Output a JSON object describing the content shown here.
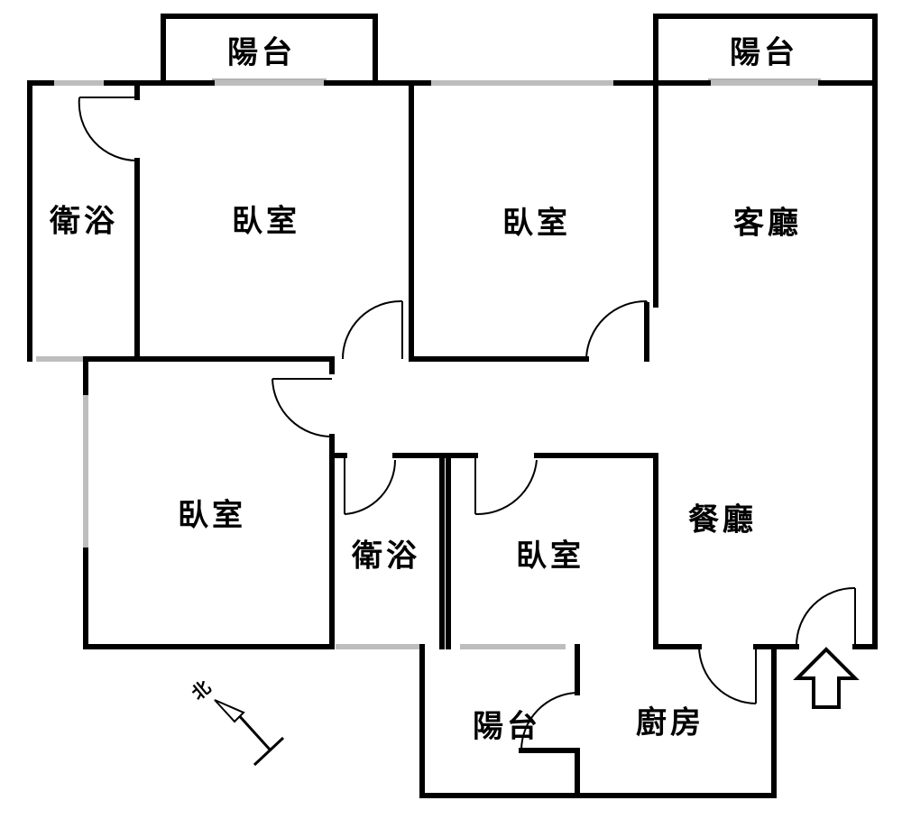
{
  "rooms": {
    "balcony_top_left": "陽台",
    "balcony_top_right": "陽台",
    "bath_top": "衛浴",
    "bedroom_top_left": "臥室",
    "bedroom_top_mid": "臥室",
    "living_room": "客廳",
    "bedroom_bottom_left": "臥室",
    "bath_bottom": "衛浴",
    "bedroom_bottom_mid": "臥室",
    "dining_room": "餐廳",
    "balcony_bottom": "陽台",
    "kitchen": "廚房"
  },
  "compass": {
    "label": "北"
  },
  "entrance": {
    "icon": "up-arrow-icon"
  }
}
